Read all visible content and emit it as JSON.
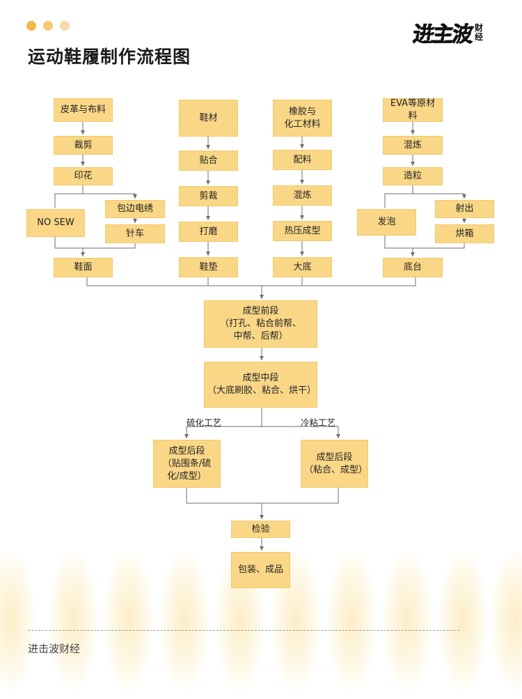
{
  "page": {
    "title": "运动鞋履制作流程图"
  },
  "brand": {
    "logo_main": "进主波",
    "logo_sub1": "财",
    "logo_sub2": "经"
  },
  "colors": {
    "dot1": "#f2b84a",
    "dot2": "#f5cb72",
    "dot3": "#f7dba5",
    "box_fill": "#f9d787",
    "connector": "#6e6e6e"
  },
  "flow": {
    "col1": {
      "step1": "皮革与布料",
      "step2": "裁剪",
      "step3": "印花",
      "no_sew": "NO SEW",
      "embroidery": "包边电绣",
      "stitching": "针车",
      "result": "鞋面"
    },
    "col2": {
      "step1": "鞋材",
      "step2": "贴合",
      "step3": "剪裁",
      "step4": "打磨",
      "result": "鞋垫"
    },
    "col3": {
      "step1": "橡胶与\n化工材料",
      "step2": "配料",
      "step3": "混炼",
      "step4": "热压成型",
      "result": "大底"
    },
    "col4": {
      "step1": "EVA等原材料",
      "step2": "混炼",
      "step3": "造粒",
      "foam": "发泡",
      "inject": "射出",
      "oven": "烘箱",
      "result": "底台"
    },
    "front": "成型前段\n（打孔、粘合前帮、\n中帮、后帮）",
    "middle": "成型中段\n（大底刷胶、粘合、烘干）",
    "branch_left_label": "硫化工艺",
    "branch_right_label": "冷粘工艺",
    "back_left": "成型后段\n（贴围条/硫\n化/成型）",
    "back_right": "成型后段\n（粘合、成型）",
    "inspect": "检验",
    "package": "包装、成品"
  },
  "footer": {
    "source": "进击波财经"
  }
}
